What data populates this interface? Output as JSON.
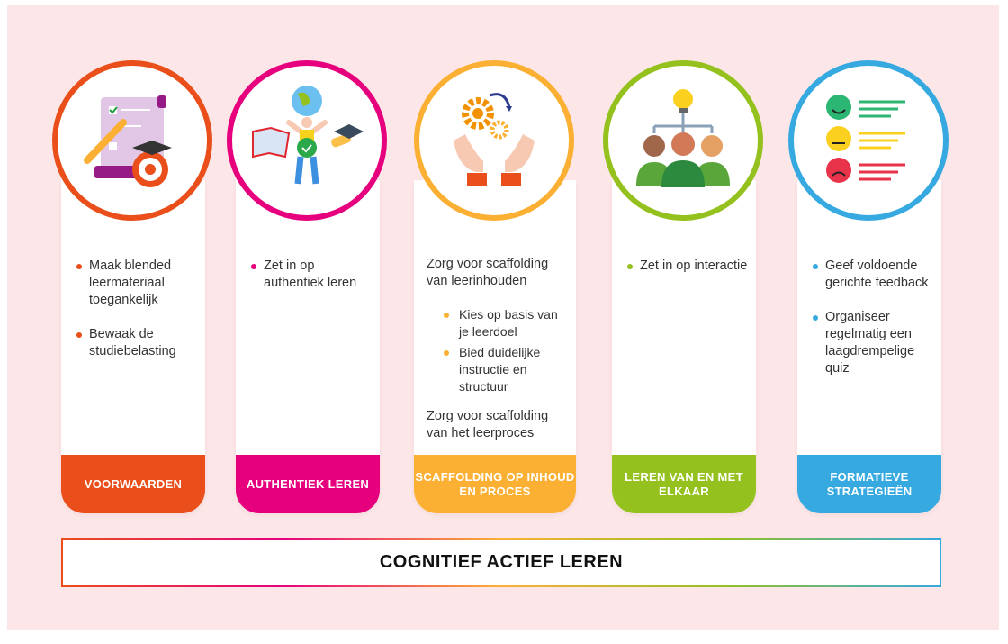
{
  "columns": [
    {
      "title": "VOORWAARDEN",
      "color": "#e94e1b",
      "icon": "checklist-target-icon",
      "bullets": [
        "Maak blended leermateriaal toegankelijk",
        "Bewaak de studiebelasting"
      ]
    },
    {
      "title": "AUTHENTIEK LEREN",
      "color": "#e6007e",
      "icon": "globe-person-icon",
      "bullets": [
        "Zet in op authentiek leren"
      ]
    },
    {
      "title": "SCAFFOLDING OP INHOUD EN PROCES",
      "color": "#fbb034",
      "icon": "hands-gears-icon",
      "para1": "Zorg voor scaffolding van leerinhouden",
      "sub": [
        "Kies op basis van je leerdoel",
        "Bied duidelijke instructie en structuur"
      ],
      "para2": "Zorg voor scaffolding van het leerproces"
    },
    {
      "title": "LEREN VAN EN MET ELKAAR",
      "color": "#95c11f",
      "icon": "group-lightbulb-icon",
      "bullets": [
        "Zet in op interactie"
      ]
    },
    {
      "title": "FORMATIEVE STRATEGIEËN",
      "color": "#36a9e1",
      "icon": "feedback-faces-icon",
      "bullets": [
        "Geef voldoende gerichte feedback",
        "Organiseer regelmatig een laagdrempelige quiz"
      ]
    }
  ],
  "banner": "COGNITIEF ACTIEF LEREN"
}
